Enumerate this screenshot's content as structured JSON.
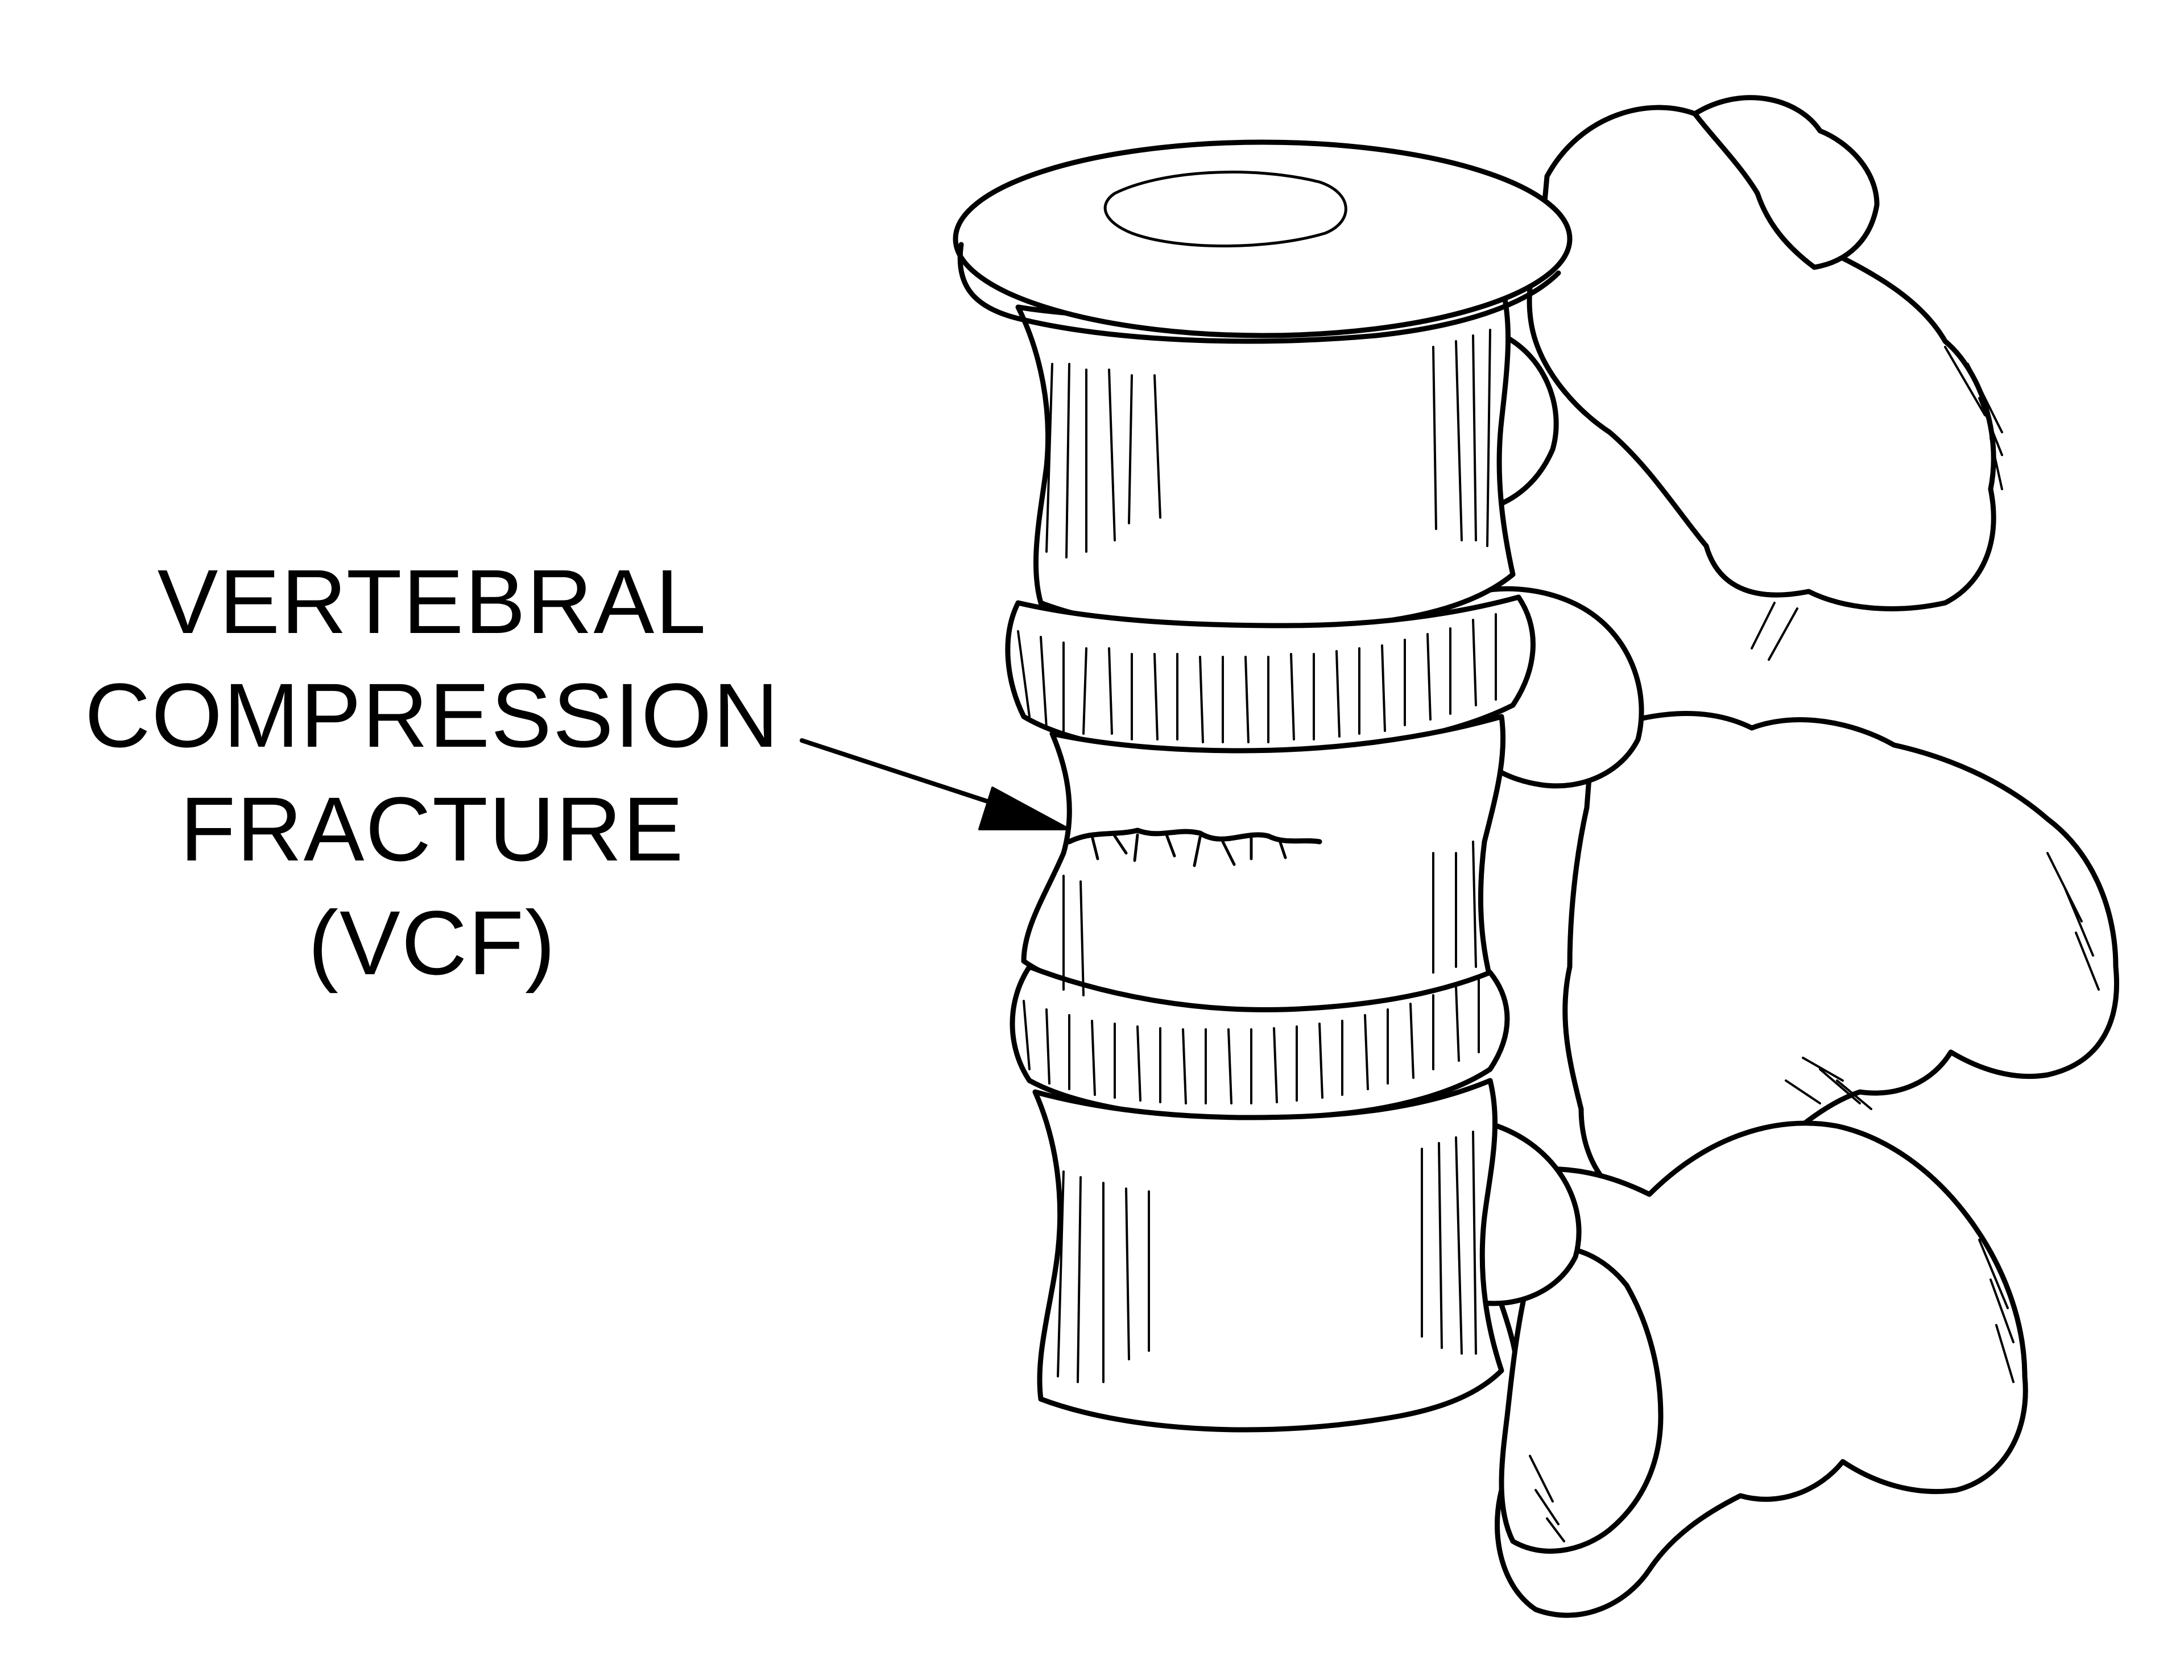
{
  "label": {
    "lines": [
      "VERTEBRAL",
      "COMPRESSION",
      "FRACTURE",
      "(VCF)"
    ]
  },
  "colors": {
    "ink": "#000000",
    "background": "#ffffff"
  }
}
